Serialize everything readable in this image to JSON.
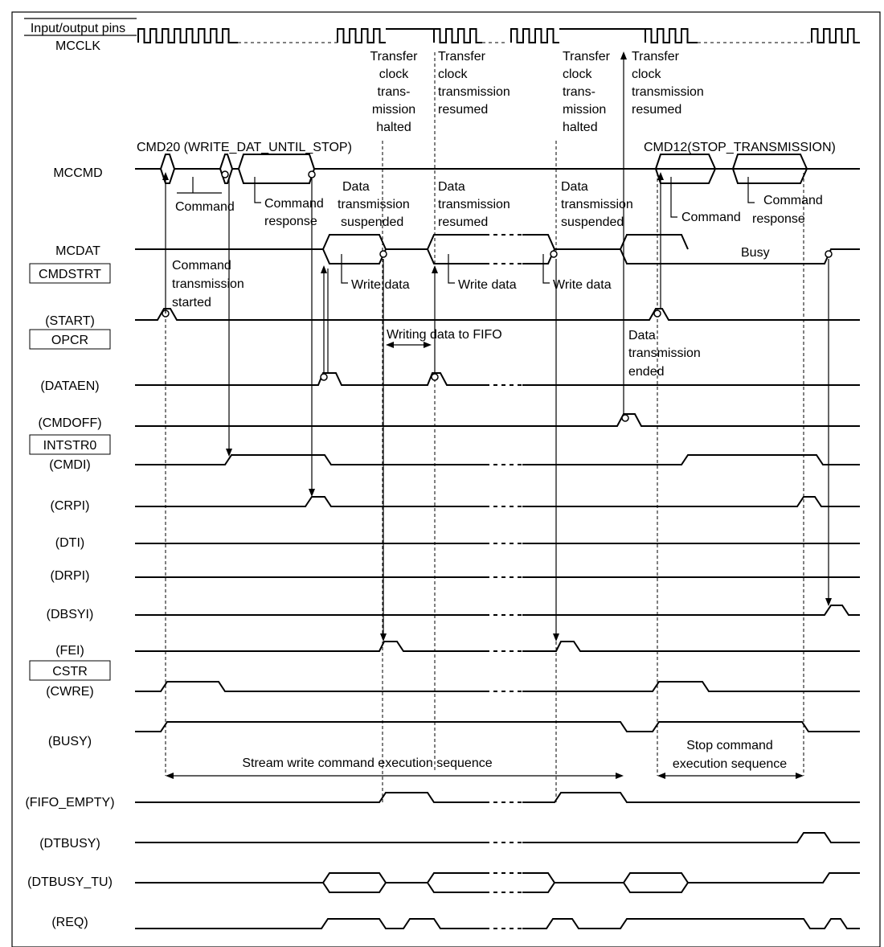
{
  "header": {
    "title_top": "Input/output pins",
    "title_bottom": "MCCLK"
  },
  "registers": {
    "cmdstrt": "CMDSTRT",
    "opcr": "OPCR",
    "intstr0": "INTSTR0",
    "cstr": "CSTR"
  },
  "signals": {
    "mccmd": "MCCMD",
    "mcdat": "MCDAT",
    "start": "(START)",
    "dataen": "(DATAEN)",
    "cmdoff": "(CMDOFF)",
    "cmdi": "(CMDI)",
    "crpi": "(CRPI)",
    "dti": "(DTI)",
    "drpi": "(DRPI)",
    "dbsyi": "(DBSYI)",
    "fei": "(FEI)",
    "cwre": "(CWRE)",
    "busy": "(BUSY)",
    "fifo_empty": "(FIFO_EMPTY)",
    "dtbusy": "(DTBUSY)",
    "dtbusy_tu": "(DTBUSY_TU)",
    "req": "(REQ)"
  },
  "annotations": {
    "halted1": [
      "Transfer",
      "clock",
      "trans-",
      "mission",
      "halted"
    ],
    "resumed1": [
      "Transfer",
      "clock",
      "transmission",
      "resumed"
    ],
    "halted2": [
      "Transfer",
      "clock",
      "trans-",
      "mission",
      "halted"
    ],
    "resumed2": [
      "Transfer",
      "clock",
      "transmission",
      "resumed"
    ],
    "cmd20": "CMD20 (WRITE_DAT_UNTIL_STOP)",
    "cmd12": "CMD12(STOP_TRANSMISSION)",
    "command1": "Command",
    "response1": [
      "Command",
      "response"
    ],
    "suspended1": [
      "Data",
      "transmission",
      "suspended"
    ],
    "resumed_data": [
      "Data",
      "transmission",
      "resumed"
    ],
    "suspended2": [
      "Data",
      "transmission",
      "suspended"
    ],
    "command2": "Command",
    "response2": [
      "Command",
      "response"
    ],
    "busy_label": "Busy",
    "cmd_started": [
      "Command",
      "transmission",
      "started"
    ],
    "write_data_1": "Write data",
    "write_data_2": "Write data",
    "write_data_3": "Write data",
    "writing_fifo": "Writing data to FIFO",
    "data_ended": [
      "Data",
      "transmission",
      "ended"
    ],
    "stream_seq": "Stream write command execution sequence",
    "stop_seq": [
      "Stop command",
      "execution  sequence"
    ]
  }
}
